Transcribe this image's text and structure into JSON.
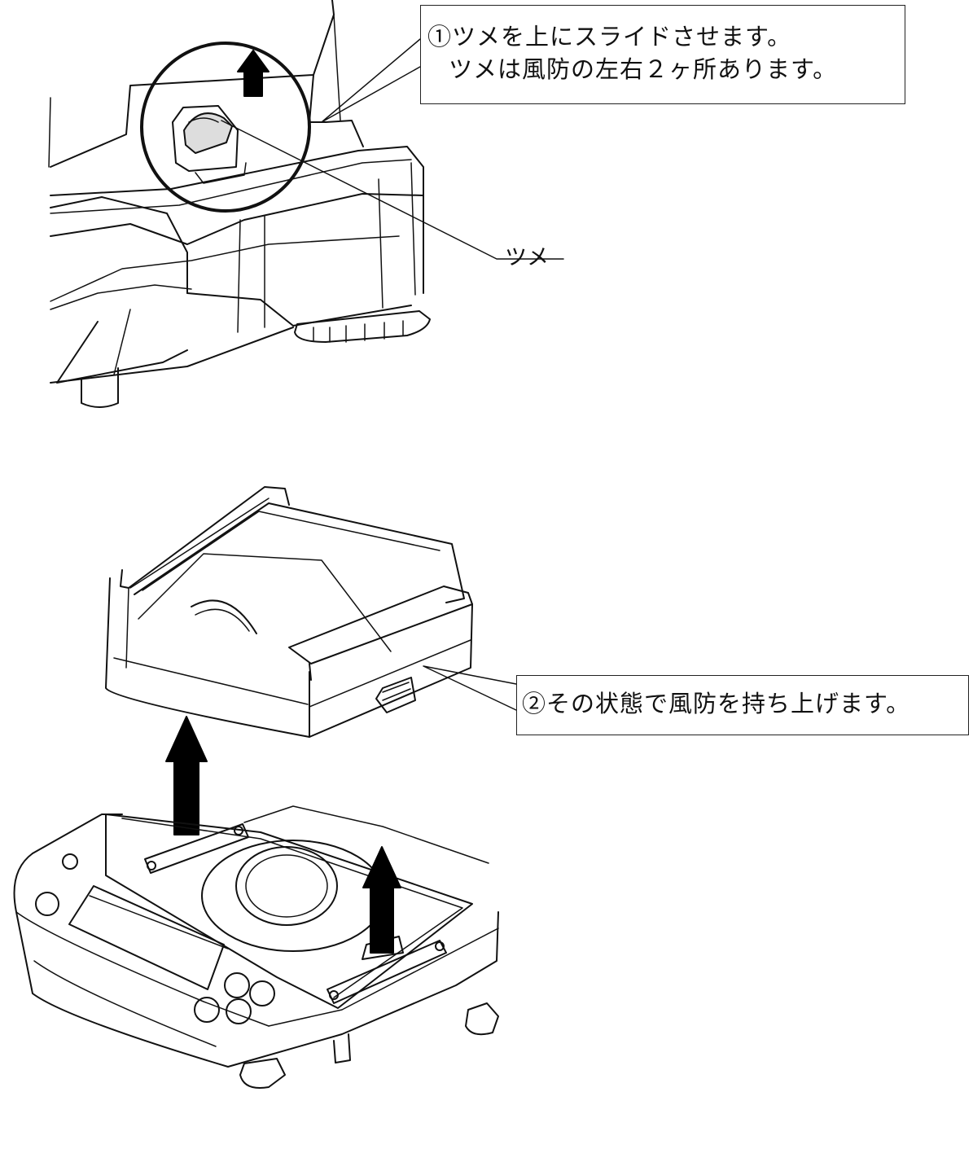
{
  "step1": {
    "line1": "①ツメを上にスライドさせます。",
    "line2": "ツメは風防の左右２ヶ所あります。"
  },
  "claw_label": "ツメ",
  "step2": {
    "text": "②その状態で風防を持ち上げます。"
  }
}
